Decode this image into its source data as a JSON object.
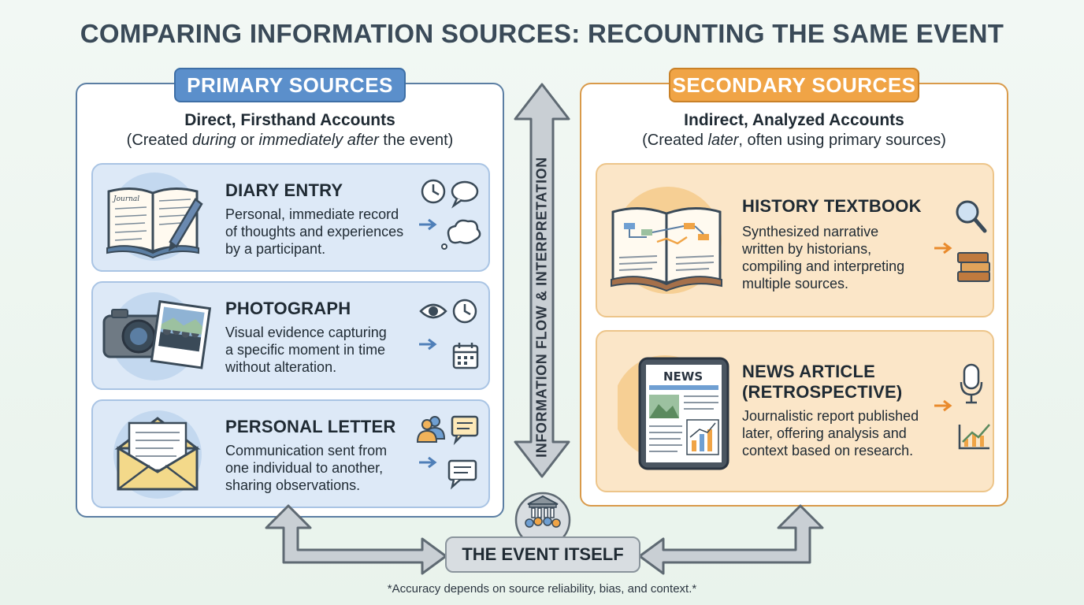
{
  "title": "COMPARING INFORMATION SOURCES: RECOUNTING THE SAME EVENT",
  "primary": {
    "tab": "PRIMARY SOURCES",
    "heading": "Direct, Firsthand Accounts",
    "sub": {
      "a": "(Created ",
      "b": "during",
      "c": " or ",
      "d": "immediately after",
      "e": " the event)"
    },
    "cards": [
      {
        "title": "DIARY ENTRY",
        "lines": [
          "Personal, immediate record",
          "of thoughts and experiences",
          "by a participant."
        ]
      },
      {
        "title": "PHOTOGRAPH",
        "lines": [
          "Visual evidence capturing",
          "a specific moment in time",
          "without alteration."
        ]
      },
      {
        "title": "PERSONAL LETTER",
        "lines": [
          "Communication sent from",
          "one individual to another,",
          "sharing observations."
        ]
      }
    ]
  },
  "secondary": {
    "tab": "SECONDARY SOURCES",
    "heading": "Indirect, Analyzed Accounts",
    "sub": {
      "a": "(Created ",
      "b": "later",
      "c": ", often using primary sources)"
    },
    "cards": [
      {
        "title": "HISTORY TEXTBOOK",
        "lines": [
          "Synthesized narrative",
          "written by historians,",
          "compiling and interpreting",
          "multiple sources."
        ]
      },
      {
        "title_lines": [
          "NEWS ARTICLE",
          "(RETROSPECTIVE)"
        ],
        "lines": [
          "Journalistic report published",
          "later, offering analysis and",
          "context based on research."
        ],
        "icon_text": "NEWS"
      }
    ]
  },
  "journal_label": "Journal",
  "flow_label": "INFORMATION FLOW & INTERPRETATION",
  "event_label": "THE EVENT ITSELF",
  "footnote": "*Accuracy depends on source reliability, bias, and context.*",
  "colors": {
    "primary": "#5b8fcb",
    "secondary": "#f0a446",
    "event": "#d8dde1"
  }
}
